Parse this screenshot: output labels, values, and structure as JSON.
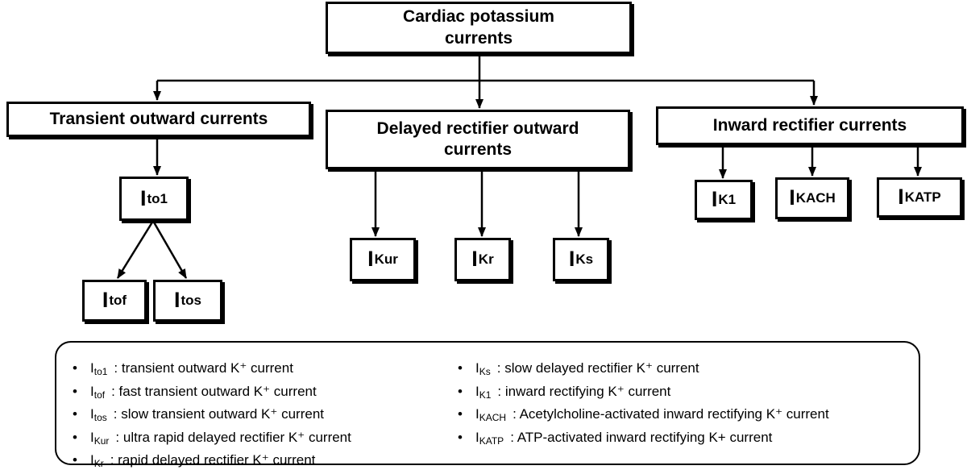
{
  "diagram": {
    "title": "Cardiac potassium currents",
    "categories": [
      {
        "label": "Transient outward currents"
      },
      {
        "label": "Delayed rectifier outward currents"
      },
      {
        "label": "Inward rectifier currents"
      }
    ],
    "currents": [
      {
        "base": "I",
        "sub": "to1"
      },
      {
        "base": "I",
        "sub": "tof"
      },
      {
        "base": "I",
        "sub": "tos"
      },
      {
        "base": "I",
        "sub": "Kur"
      },
      {
        "base": "I",
        "sub": "Kr"
      },
      {
        "base": "I",
        "sub": "Ks"
      },
      {
        "base": "I",
        "sub": "K1"
      },
      {
        "base": "I",
        "sub": "KACH"
      },
      {
        "base": "I",
        "sub": "KATP"
      }
    ]
  },
  "legend": {
    "left": [
      {
        "base": "I",
        "sub": "to1",
        "text": ": transient outward K⁺ current"
      },
      {
        "base": "I",
        "sub": "tof",
        "text": ": fast transient outward K⁺ current"
      },
      {
        "base": "I",
        "sub": "tos",
        "text": ": slow transient outward K⁺ current"
      },
      {
        "base": "I",
        "sub": "Kur",
        "text": ": ultra rapid delayed rectifier K⁺ current"
      },
      {
        "base": "I",
        "sub": "Kr",
        "text": ": rapid delayed rectifier K⁺ current"
      }
    ],
    "right": [
      {
        "base": "I",
        "sub": "Ks",
        "text": ": slow delayed rectifier K⁺ current"
      },
      {
        "base": "I",
        "sub": "K1",
        "text": ": inward rectifying K⁺ current"
      },
      {
        "base": "I",
        "sub": "KACH",
        "text": ": Acetylcholine-activated inward rectifying K⁺ current"
      },
      {
        "base": "I",
        "sub": "KATP",
        "text": ": ATP-activated inward rectifying K+ current"
      }
    ]
  }
}
